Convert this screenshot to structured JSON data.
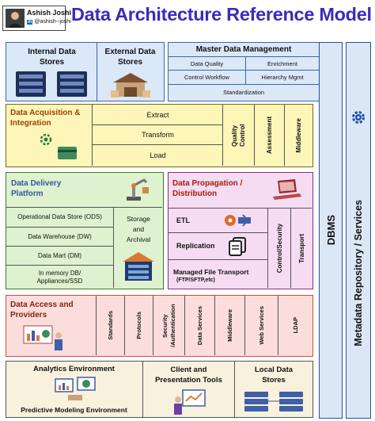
{
  "author": {
    "name": "Ashish Joshi",
    "handle": "@ashish--joshi",
    "linkedin_badge": "in"
  },
  "title": "Data Architecture Reference Model",
  "colors": {
    "title": "#3b2bb8",
    "blue_block": "#dbe8f8",
    "blue_border": "#3a66b0",
    "yellow_block": "#fdf6b8",
    "green_block": "#dff2cf",
    "pink_block": "#f6dcf2",
    "red_block": "#fbdedc",
    "red_border": "#d64a3e",
    "cream_block": "#f7f1de",
    "side_block": "#dce7f6",
    "side_border": "#2a4f9c"
  },
  "sources": {
    "internal": "Internal Data Stores",
    "external": "External Data Stores",
    "mdm": {
      "title": "Master Data Management",
      "cells": [
        "Data Quality",
        "Enrichment",
        "Control Workflow",
        "Hierarchy Mgmt"
      ],
      "footer": "Standardization"
    }
  },
  "acquisition": {
    "title": "Data Acquisition & Integration",
    "steps": [
      "Extract",
      "Transform",
      "Load"
    ],
    "columns": [
      "Quality Control",
      "Assessment",
      "Middleware"
    ]
  },
  "delivery": {
    "title": "Data Delivery Platform",
    "items": [
      "Operational Data Store (ODS)",
      "Data Warehouse (DW)",
      "Data Mart (DM)",
      "In memory DB/ Appliances/SSD"
    ],
    "storage": "Storage and Archival"
  },
  "propagation": {
    "title": "Data Propagation / Distribution",
    "etl": "ETL",
    "replication": "Replication",
    "mft": "Managed File Transport",
    "mft_sub": "(FTP/SFTP,etc)",
    "columns": [
      "Control/Security",
      "Transport"
    ]
  },
  "access": {
    "title": "Data Access and Providers",
    "columns": [
      "Standards",
      "Protocols",
      "Security /Authentication",
      "Data Services",
      "Middleware",
      "Web Services",
      "LDAP"
    ]
  },
  "bottom": {
    "analytics": "Analytics Environment",
    "predictive": "Predictive Modeling Environment",
    "client": "Client and Presentation Tools",
    "local": "Local Data Stores"
  },
  "side": {
    "dbms": "DBMS",
    "metadata": "Metadata Repository / Services"
  }
}
